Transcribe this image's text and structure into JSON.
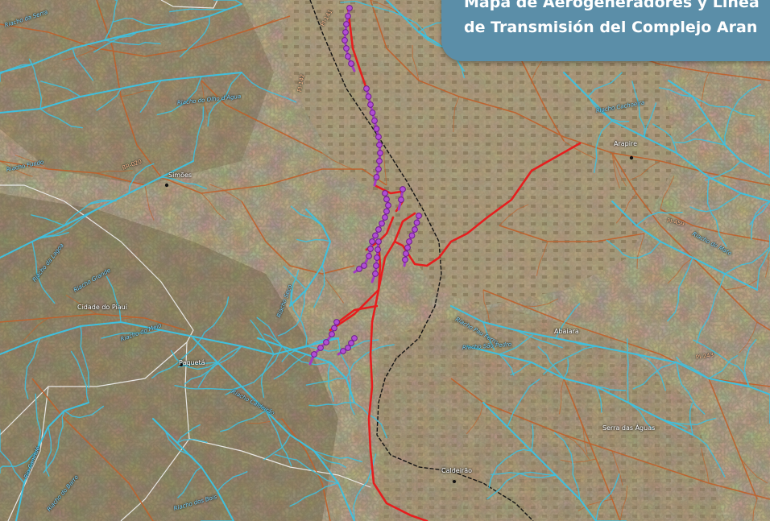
{
  "title": {
    "line1": "Mapa de Aerogeneradores y Línea",
    "line2": "de Transmisión del Complejo Aran"
  },
  "places": {
    "arapire": "Arapire",
    "cidade_do_piaui": "Cidade do Piauí",
    "municipio_west": "Simões",
    "municipio_center": "Abaiara",
    "municipio_south_center": "Paquetá",
    "municipio_south_east": "Serra das Águas",
    "municipio_east": "Caldeirão"
  },
  "rivers": {
    "r1": "Riacho da Serra",
    "r2": "Riacho do Olho d'Água",
    "r3": "Riacho Fundo",
    "r4": "Riacho da Lagoa",
    "r5": "Riacho Grande",
    "r6": "Riacho Seco",
    "r7": "Riacho do Meio",
    "r8": "Riacho Pau Ferro",
    "r9": "Riacho São Pedro",
    "r10": "Riacho Caldeirão",
    "r11": "Riacho Cachoeira",
    "r12": "Riacho do Mato",
    "r13": "Rio Canindé",
    "r14": "Riacho do Barro",
    "r15": "Riacho dos Bois"
  },
  "roads": {
    "pi1": "PI-141",
    "pi2": "PI-142",
    "pi3": "BR-020",
    "pi4": "PI-459",
    "pi5": "PI-243"
  },
  "colors": {
    "terrain": "#8a7657",
    "river": "#3fc0de",
    "road": "#c0602a",
    "transmission": "#e61e1e",
    "turbine": "#a23bc4",
    "boundary": "#f4f4f4",
    "railway": "#111111",
    "title_panel": "#5b8ea8"
  }
}
